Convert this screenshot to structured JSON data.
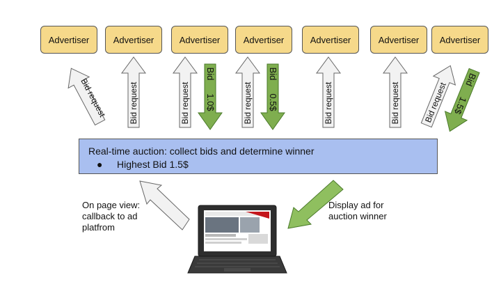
{
  "advertisers": [
    "Advertiser",
    "Advertiser",
    "Advertiser",
    "Advertiser",
    "Advertiser",
    "Advertiser",
    "Advertiser"
  ],
  "request_arrows": [
    "Bid request",
    "Bid request",
    "Bid request",
    "Bid request",
    "Bid request",
    "Bid request",
    "Bid request"
  ],
  "bid_arrows": [
    {
      "label": "Bid",
      "value": "1.0$"
    },
    {
      "label": "Bid",
      "value": "0.5$"
    },
    {
      "label": "Bid",
      "value": "1.5$"
    }
  ],
  "auction": {
    "title": "Real-time auction: collect bids and determine winner",
    "bullet": "●",
    "highest": "Highest Bid 1.5$"
  },
  "callback_note": [
    "On page view:",
    "callback to ad",
    "platfrom"
  ],
  "display_note": [
    "Display ad for",
    "auction winner"
  ],
  "colors": {
    "advertiser": "#f6d98a",
    "auction": "#a9bff0",
    "request_arrow": "#f2f2f2",
    "bid_arrow": "#7fae4f"
  }
}
